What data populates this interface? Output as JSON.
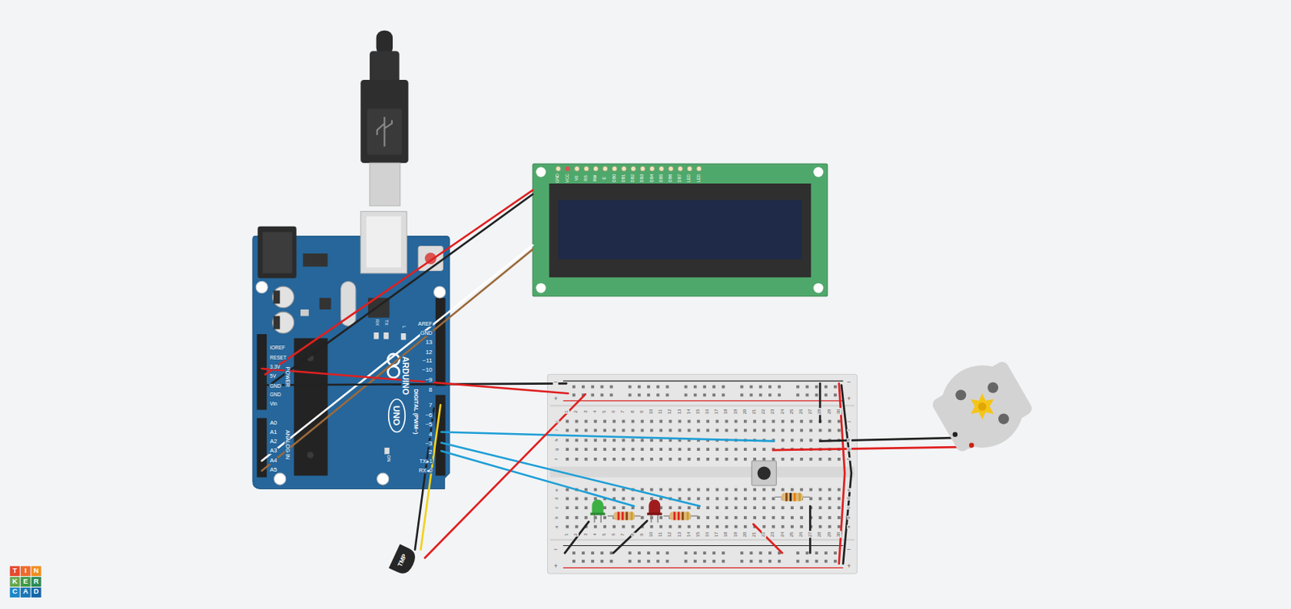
{
  "diagram": {
    "nodes": [
      {
        "text": [
          "IOREF",
          "RESET",
          "3.3V",
          "5V",
          "GND",
          "GND",
          "Vin",
          "POWER",
          "A0",
          "A1",
          "A2",
          "A3",
          "A4",
          "A5",
          "ANALOG IN",
          "AREF",
          "GND",
          "13",
          "12",
          "~11",
          "~10",
          "~9",
          "8",
          "7",
          "~6",
          "~5",
          "4",
          "~3",
          "2",
          "TX▸1",
          "RX◂0",
          "DIGITAL (PWM~)",
          "ARDUINO",
          "UNO",
          "RX",
          "TX",
          "L",
          "ON"
        ]
      },
      {
        "text": [
          "GND",
          "VCC",
          "V0",
          "RS",
          "RW",
          "E",
          "DB0",
          "DB1",
          "DB2",
          "DB3",
          "DB4",
          "DB5",
          "DB6",
          "DB7",
          "LED",
          "LED"
        ]
      },
      {
        "text": [
          "−",
          "+",
          "−",
          "+",
          "1",
          "2",
          "3",
          "4",
          "5",
          "6",
          "7",
          "8",
          "9",
          "10",
          "11",
          "12",
          "13",
          "14",
          "15",
          "16",
          "17",
          "18",
          "19",
          "20",
          "21",
          "22",
          "23",
          "24",
          "25",
          "26",
          "27",
          "28",
          "29",
          "30",
          "j",
          "i",
          "h",
          "g",
          "f",
          "j",
          "i",
          "h",
          "g",
          "f",
          "e",
          "d",
          "c",
          "b",
          "a",
          "e",
          "d",
          "c",
          "b",
          "a",
          "1",
          "2",
          "3",
          "4",
          "5",
          "6",
          "7",
          "8",
          "9",
          "10",
          "11",
          "12",
          "13",
          "14",
          "15",
          "16",
          "17",
          "18",
          "19",
          "20",
          "21",
          "22",
          "23",
          "24",
          "25",
          "26",
          "27",
          "28",
          "29",
          "30",
          "−",
          "+",
          "−",
          "+"
        ]
      },
      {
        "text": [
          "TMP"
        ]
      }
    ],
    "edges": [
      {
        "from": 0,
        "to": 1,
        "arrow": "none"
      },
      {
        "from": 0,
        "to": 1,
        "arrow": "none"
      },
      {
        "from": 0,
        "to": 1,
        "arrow": "none"
      },
      {
        "from": 0,
        "to": 1,
        "arrow": "none"
      },
      {
        "from": 0,
        "to": 2,
        "arrow": "none"
      },
      {
        "from": 0,
        "to": 2,
        "arrow": "none"
      },
      {
        "from": 0,
        "to": 2,
        "arrow": "none"
      },
      {
        "from": 0,
        "to": 2,
        "arrow": "none"
      },
      {
        "from": 0,
        "to": 2,
        "arrow": "none"
      },
      {
        "from": 0,
        "to": 3,
        "arrow": "none"
      },
      {
        "from": 0,
        "to": 3,
        "arrow": "none"
      },
      {
        "from": 3,
        "to": 2,
        "arrow": "none"
      }
    ],
    "labels": [
      "T",
      "I",
      "N",
      "K",
      "E",
      "R",
      "C",
      "A",
      "D"
    ]
  }
}
